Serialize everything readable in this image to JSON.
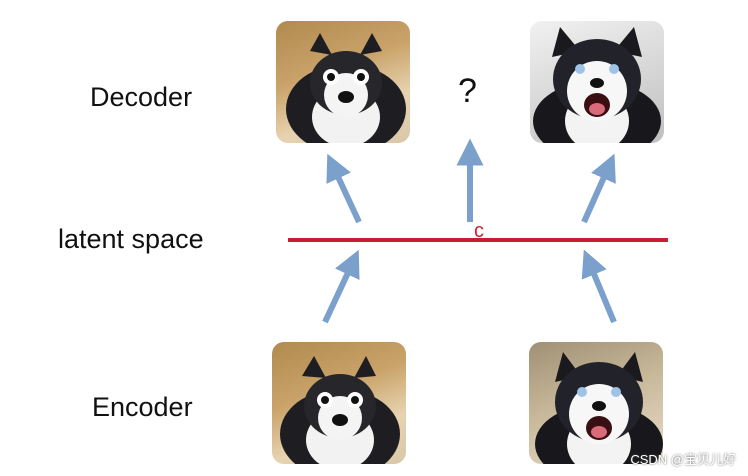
{
  "labels": {
    "decoder": "Decoder",
    "latent": "latent space",
    "encoder": "Encoder",
    "question": "?",
    "point": "c"
  },
  "icons": [
    "husky-calm-photo",
    "husky-howling-photo"
  ],
  "colors": {
    "line": "#c81e34",
    "arrow": "#7ba0cc",
    "point": "#d4202a"
  },
  "watermark": "CSDN @宝贝儿好"
}
